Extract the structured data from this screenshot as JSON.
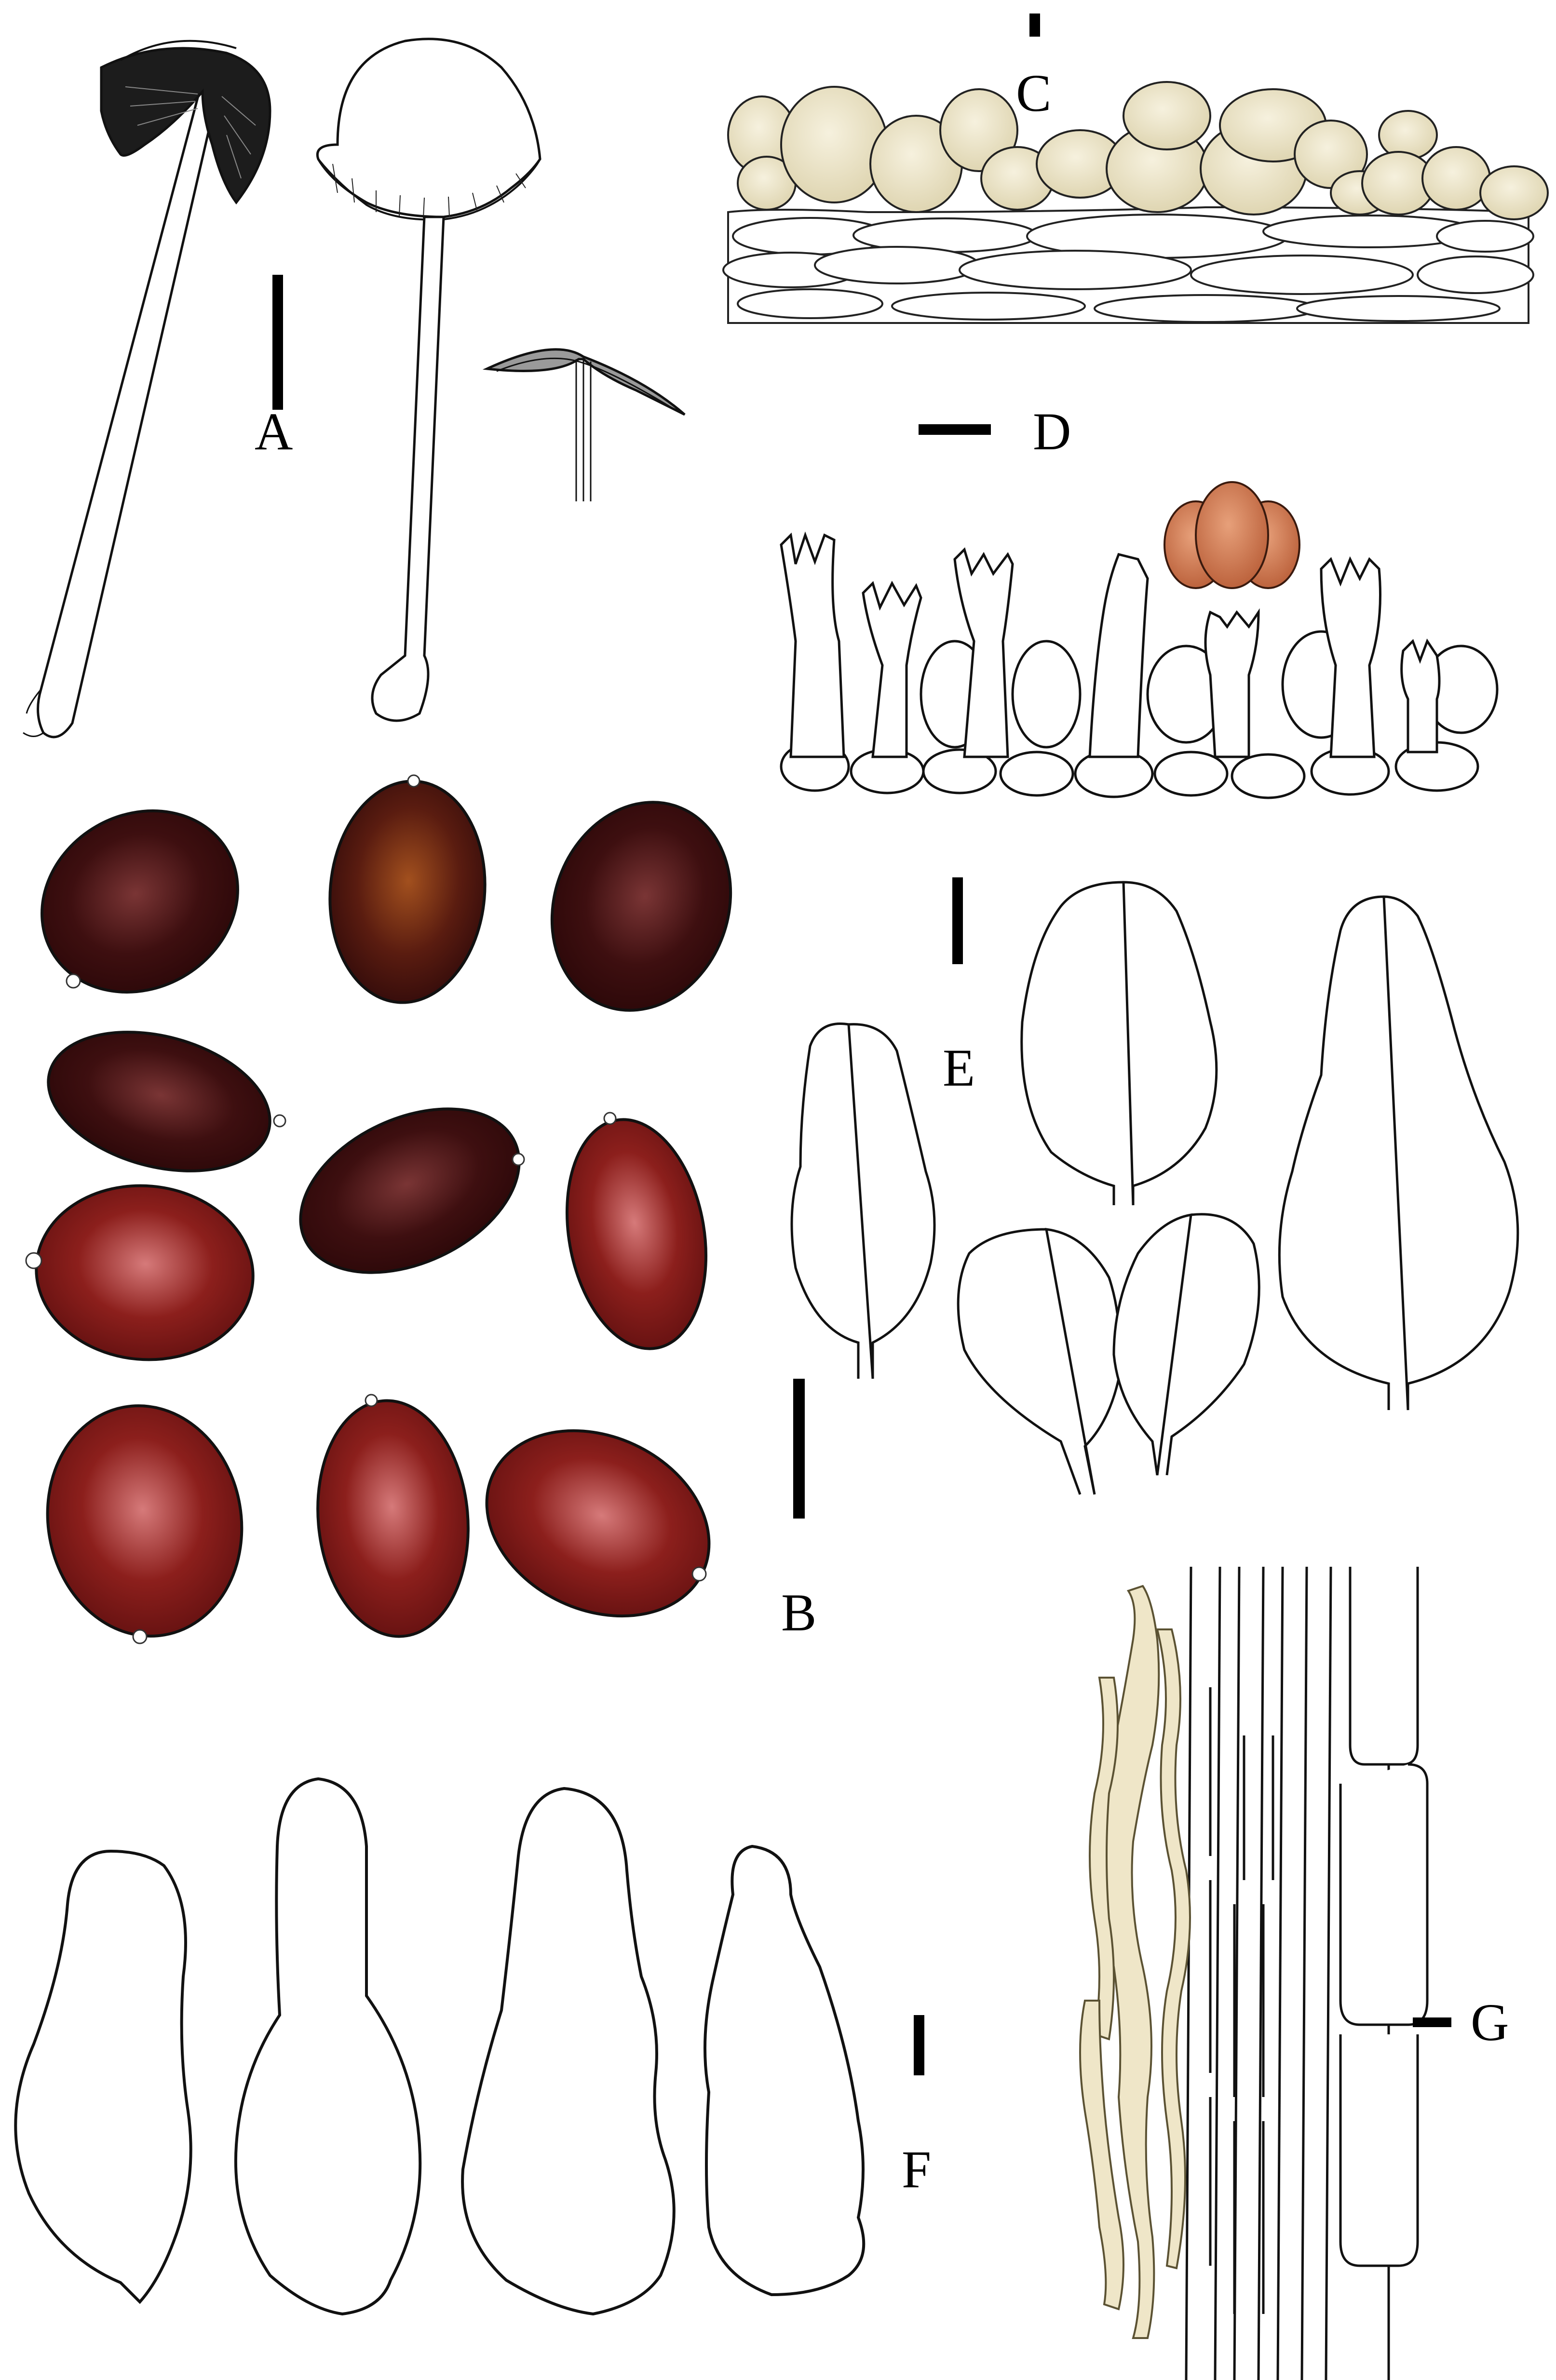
{
  "figure": {
    "panels": [
      {
        "id": "A",
        "label": "A",
        "subject": "basidiomata"
      },
      {
        "id": "B",
        "label": "B",
        "subject": "basidiospores"
      },
      {
        "id": "C",
        "label": "C",
        "subject": "pileipellis"
      },
      {
        "id": "D",
        "label": "D",
        "subject": "basidia"
      },
      {
        "id": "E",
        "label": "E",
        "subject": "pleurocystidia"
      },
      {
        "id": "F",
        "label": "F",
        "subject": "cheilocystidia"
      },
      {
        "id": "G",
        "label": "G",
        "subject": "stipitipellis"
      }
    ]
  },
  "colors": {
    "line": "#111111",
    "cap_dark": "#1c1c1c",
    "spore_dark": "#3a0c0d",
    "spore_brown": "#5a1c10",
    "spore_red": "#8c1f1c",
    "pileipellis_cell": "#ece5cb",
    "spore_on_basidium": "#c8704a",
    "encrusted_hypha": "#efe6c8",
    "lamella_grey": "#8a8a8a"
  }
}
